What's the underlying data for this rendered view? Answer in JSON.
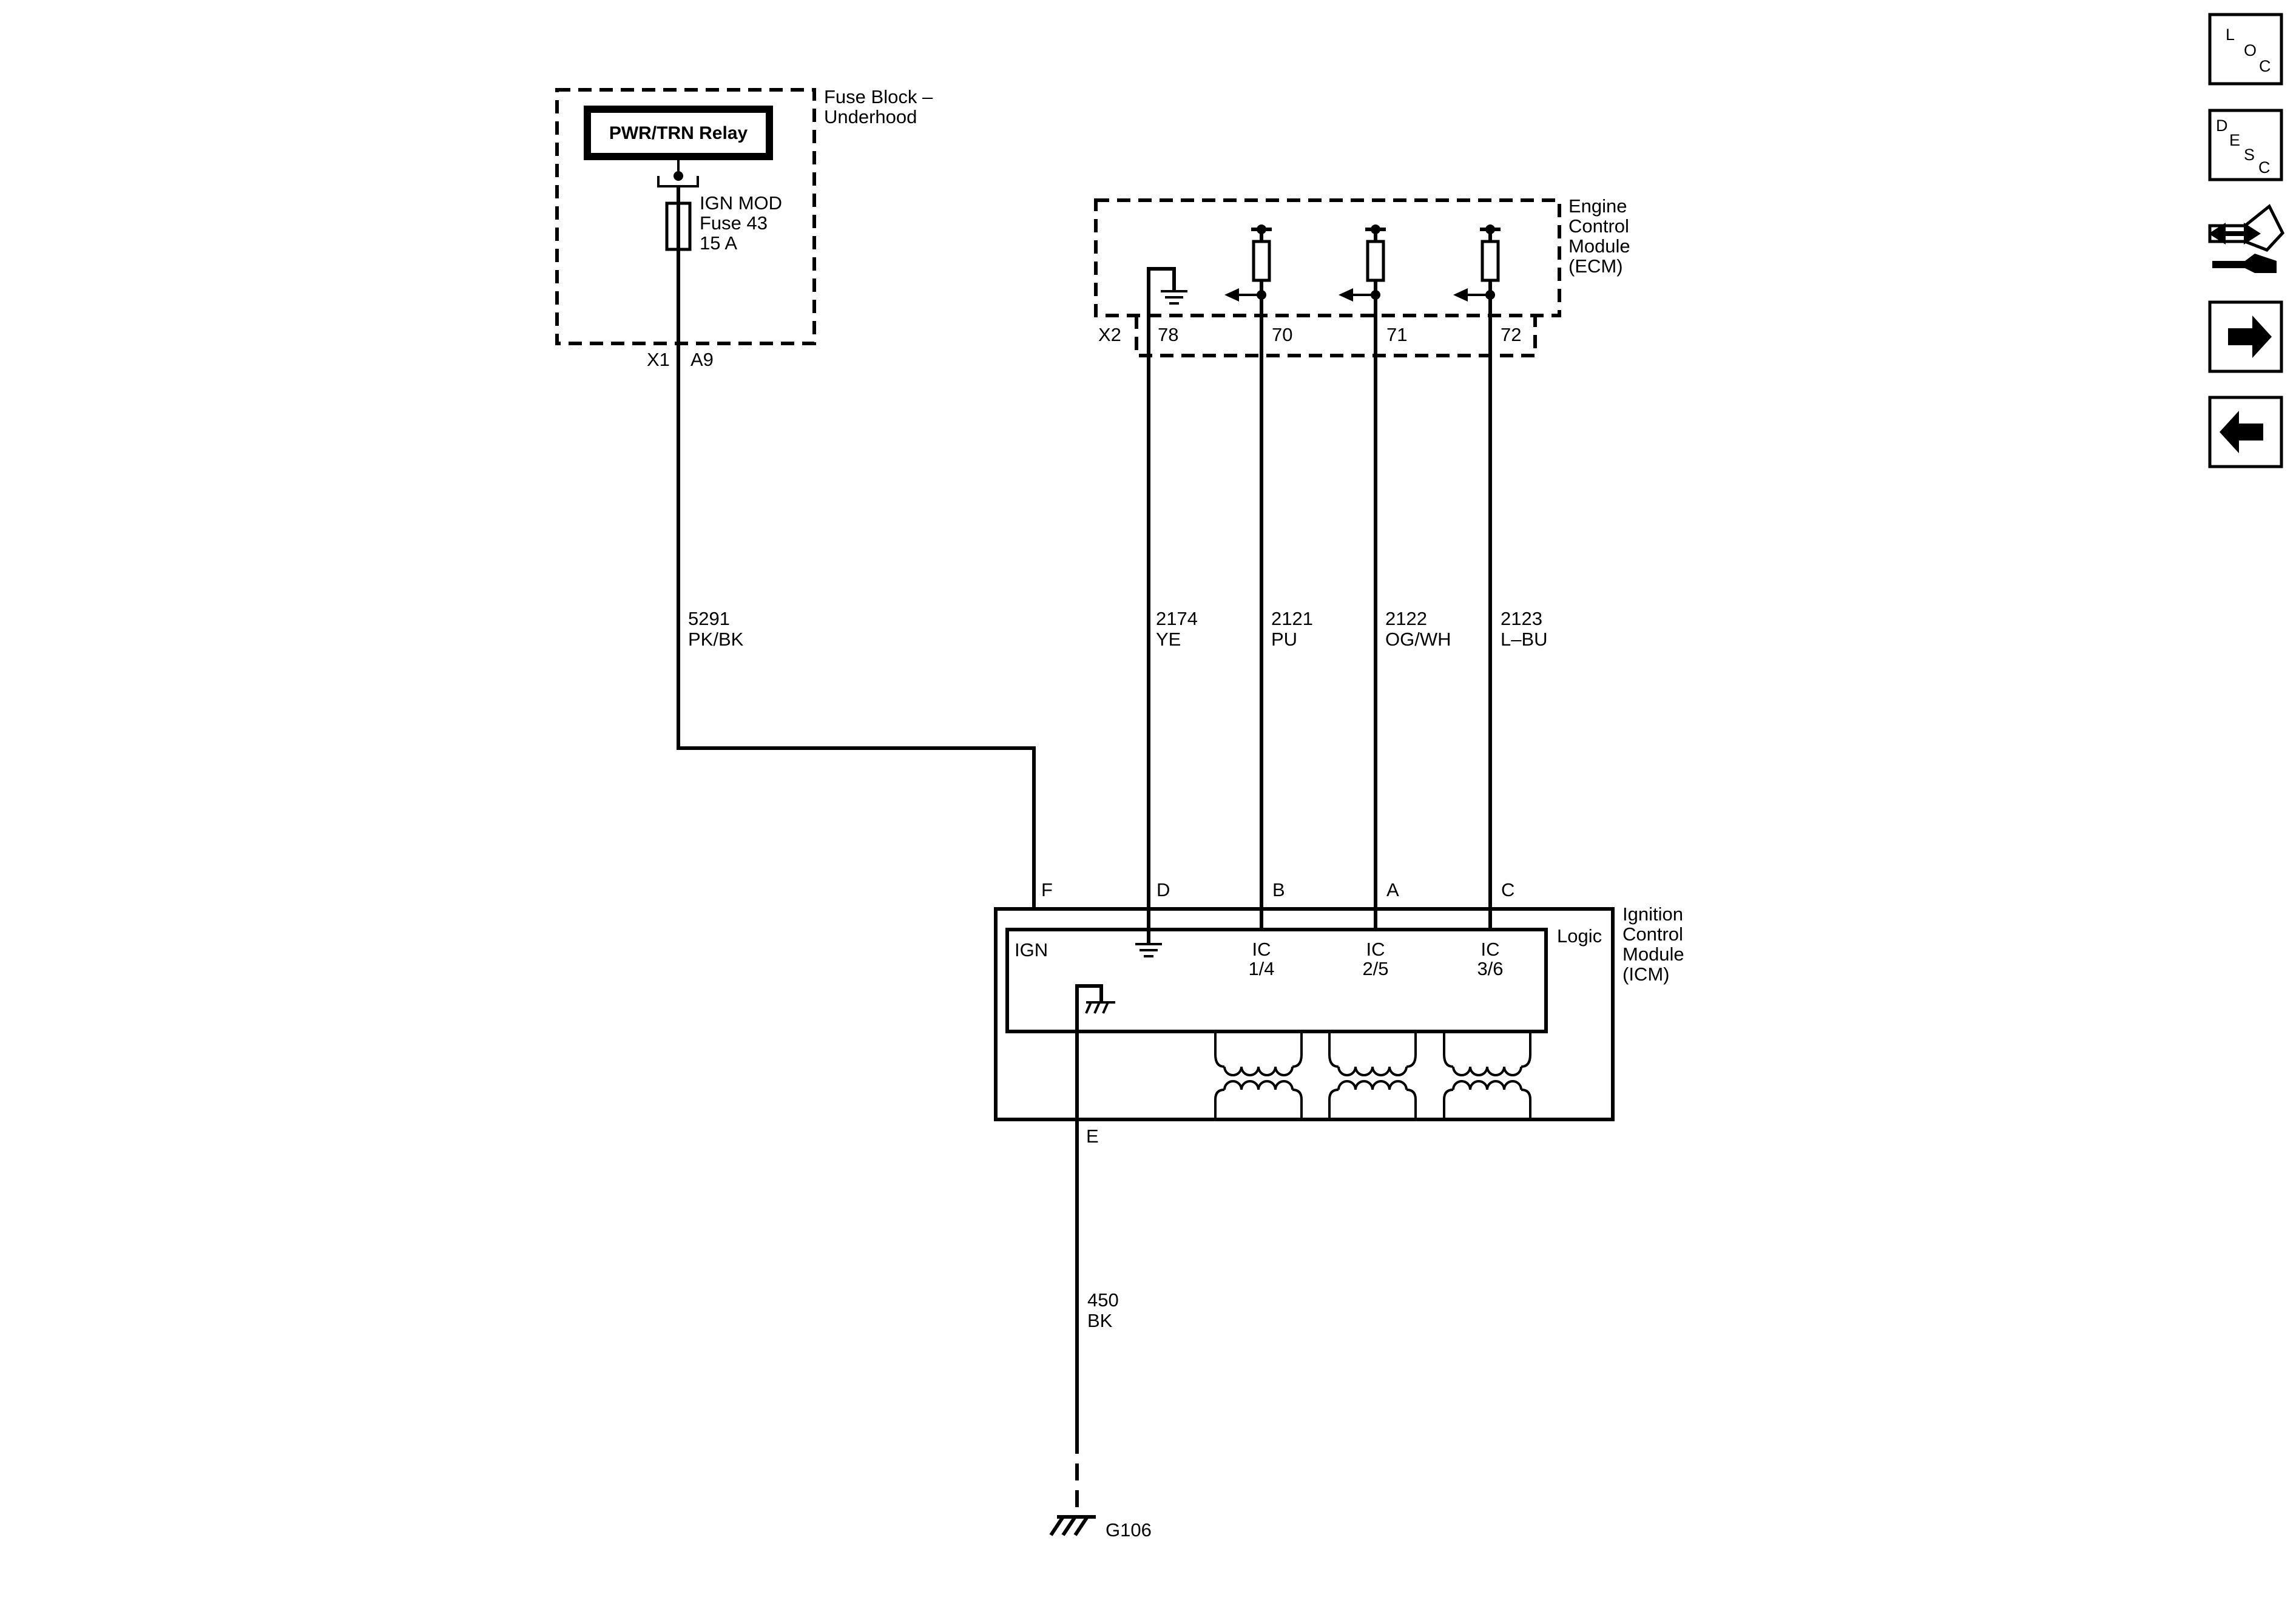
{
  "fuse_block": {
    "name_line1": "Fuse Block –",
    "name_line2": "Underhood",
    "relay_label": "PWR/TRN Relay",
    "fuse_line1": "IGN MOD",
    "fuse_line2": "Fuse 43",
    "fuse_line3": "15 A",
    "connector": "X1",
    "pin": "A9"
  },
  "ecm": {
    "name_line1": "Engine",
    "name_line2": "Control",
    "name_line3": "Module",
    "name_line4": "(ECM)",
    "connector": "X2",
    "pins": [
      "78",
      "70",
      "71",
      "72"
    ]
  },
  "wires": [
    {
      "circuit": "5291",
      "color": "PK/BK"
    },
    {
      "circuit": "2174",
      "color": "YE"
    },
    {
      "circuit": "2121",
      "color": "PU"
    },
    {
      "circuit": "2122",
      "color": "OG/WH"
    },
    {
      "circuit": "2123",
      "color": "L–BU"
    },
    {
      "circuit": "450",
      "color": "BK"
    }
  ],
  "icm": {
    "name_line1": "Ignition",
    "name_line2": "Control",
    "name_line3": "Module",
    "name_line4": "(ICM)",
    "logic_label": "Logic",
    "pins": [
      "F",
      "D",
      "B",
      "A",
      "C",
      "E"
    ],
    "ign_label": "IGN",
    "ic": [
      {
        "title": "IC",
        "channel": "1/4"
      },
      {
        "title": "IC",
        "channel": "2/5"
      },
      {
        "title": "IC",
        "channel": "3/6"
      }
    ]
  },
  "ground": {
    "label": "G106"
  },
  "nav": {
    "loc": {
      "l": "L",
      "o": "O",
      "c": "C"
    },
    "desc": {
      "d": "D",
      "e": "E",
      "s": "S",
      "c": "C"
    },
    "icons": [
      "connector-view-icon",
      "next-arrow-icon",
      "previous-arrow-icon"
    ]
  }
}
